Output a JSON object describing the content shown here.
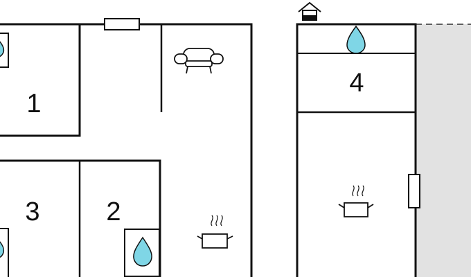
{
  "floor_plan": {
    "rooms": [
      {
        "label": "1",
        "kind": "room"
      },
      {
        "label": "2",
        "kind": "room"
      },
      {
        "label": "3",
        "kind": "room"
      },
      {
        "label": "4",
        "kind": "room"
      }
    ],
    "fixtures": [
      {
        "icon": "armchair-icon"
      },
      {
        "icon": "cooking-pot-icon"
      },
      {
        "icon": "cooking-pot-icon"
      },
      {
        "icon": "water-drop-icon"
      },
      {
        "icon": "water-drop-icon"
      },
      {
        "icon": "water-drop-icon"
      },
      {
        "icon": "water-drop-icon"
      },
      {
        "icon": "house-entrance-icon"
      }
    ],
    "colors": {
      "wall": "#111111",
      "water": "#7fd6e6",
      "outdoor_area": "#e2e2e2"
    }
  }
}
